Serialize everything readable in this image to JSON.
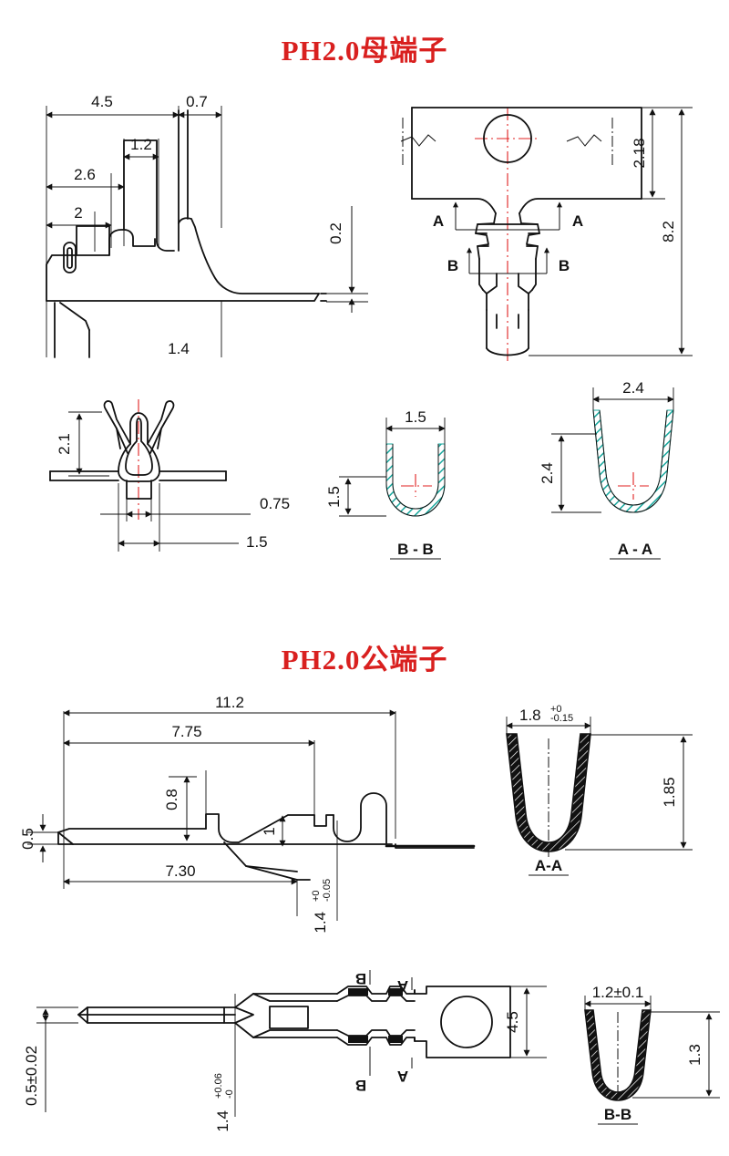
{
  "sheet": {
    "background": "#ffffff",
    "title_color": "#d9201f",
    "line_color": "#111111",
    "centerline_color": "#e02020",
    "hatch_teal": "#19a89e",
    "hatch_black": "#111111"
  },
  "female": {
    "title": "PH2.0母端子",
    "side_view": {
      "dims": [
        "4.5",
        "0.7",
        "1.2",
        "2.6",
        "2",
        "0.2",
        "1.4"
      ]
    },
    "top_view": {
      "dims": [
        "2.18",
        "8.2"
      ],
      "section_marks": [
        "A",
        "A",
        "B",
        "B"
      ]
    },
    "front_view": {
      "dims": [
        "2.1",
        "0.75",
        "1.5"
      ]
    },
    "section_bb": {
      "label": "B - B",
      "width": "1.5",
      "height": "1.5"
    },
    "section_aa": {
      "label": "A - A",
      "width": "2.4",
      "height": "2.4"
    }
  },
  "male": {
    "title": "PH2.0公端子",
    "side_view": {
      "dims": [
        "11.2",
        "7.75",
        "0.8",
        "0.5",
        "1",
        "7.30"
      ],
      "tolerance": {
        "value": "1.4",
        "upper": "+0",
        "lower": "-0.05"
      }
    },
    "section_aa": {
      "label": "A-A",
      "width_value": "1.8",
      "width_upper": "+0",
      "width_lower": "-0.15",
      "height": "1.85"
    },
    "top_view": {
      "dims": [
        "4.5"
      ],
      "tolerance_thickness": {
        "value": "0.5",
        "pm": "±0.02"
      },
      "tolerance_width": {
        "value": "1.4",
        "upper": "+0.06",
        "lower": "-0"
      },
      "section_marks": [
        "A",
        "A",
        "B",
        "B"
      ]
    },
    "section_bb": {
      "label": "B-B",
      "width": "1.2±0.1",
      "height": "1.3"
    }
  }
}
